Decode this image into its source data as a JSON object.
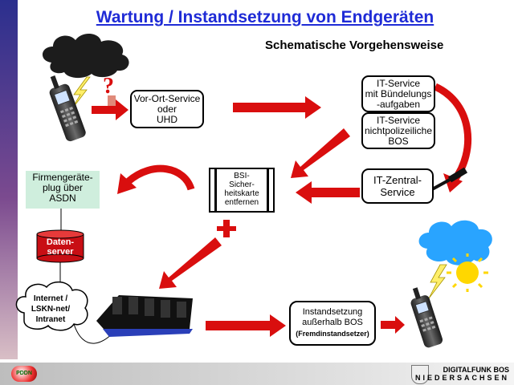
{
  "title": "Wartung / Instandsetzung von Endgeräten",
  "subtitle": "Schematische Vorgehensweise",
  "boxes": {
    "vor_ort": "Vor-Ort-Service\noder\nUHD",
    "it_service_buendelung": "IT-Service\nmit Bündelungs\n-aufgaben",
    "it_service_nichtpolizei": "IT-Service\nnichtpolizeiliche\nBOS",
    "it_zentral": "IT-Zentral-\nService",
    "bsi": "BSI-\nSicher-\nheitskarte\nentfernen",
    "firmengeraete": "Firmengeräte-\nplug über\nASDN",
    "datenserver": "Daten-\nserver",
    "internet": "Internet /\nLSKN-net/\nIntranet",
    "instandsetzung": "Instandsetzung\naußerhalb BOS",
    "fremdinstandsetzer": "(Fremdinstandsetzer)"
  },
  "footer": {
    "brand_line1": "DIGITALFUNK BOS",
    "brand_line2": "NIEDERSACHSEN",
    "logo": "PDDN"
  },
  "colors": {
    "title": "#1f2bd6",
    "arrow_red": "#d90e0e",
    "cloud_dark": "#1c1c1c",
    "cloud_blue": "#29a4ff",
    "firmen_bg": "#cfeedd",
    "db_red": "#c80e14"
  },
  "icons": [
    "storm-cloud-icon",
    "question-mark-icon",
    "radio-handset-icon",
    "sun-cloud-icon",
    "screwdriver-icon",
    "charging-station-icon",
    "database-icon"
  ]
}
